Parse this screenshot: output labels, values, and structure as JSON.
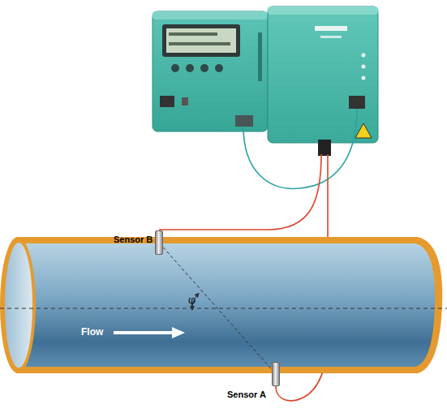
{
  "diagram": {
    "nodes": [
      {
        "text": [
          "Sensor B"
        ]
      },
      {
        "text": [
          "Sensor A"
        ]
      }
    ],
    "edges": [
      {
        "from": 0,
        "to": 1,
        "arrow": "none"
      }
    ],
    "labels": [
      "φ",
      "Flow"
    ]
  }
}
